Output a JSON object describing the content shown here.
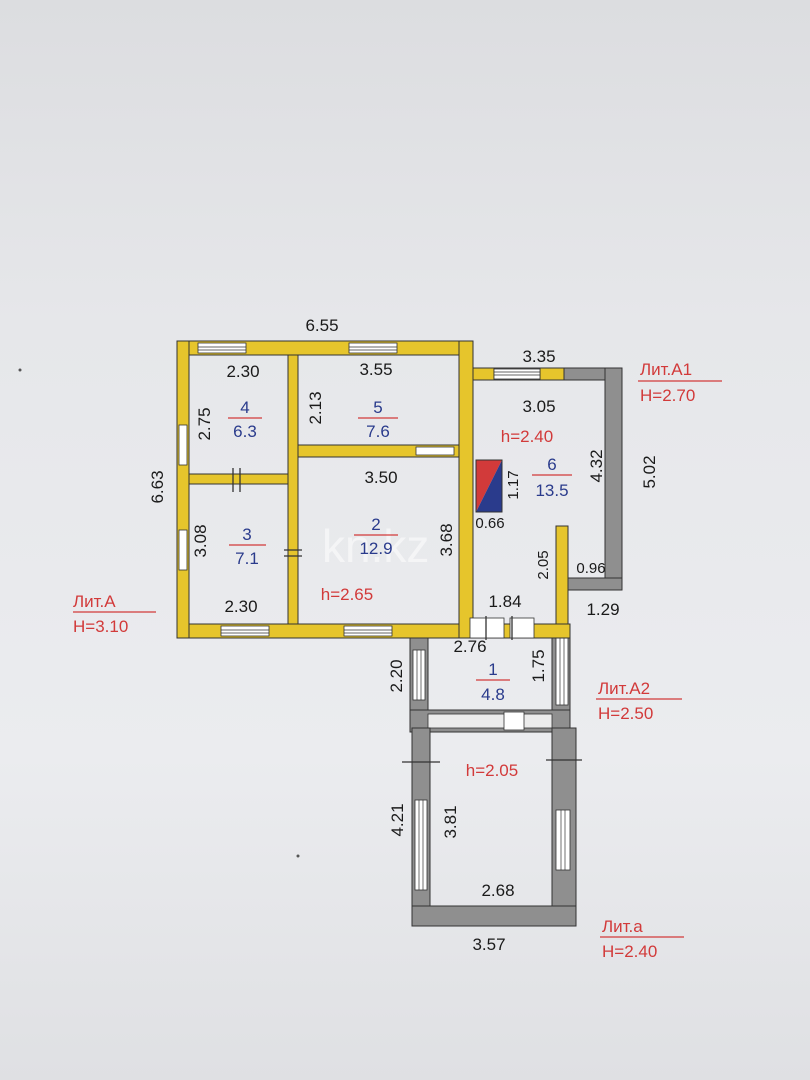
{
  "dimensions": {
    "top_overall": "6.55",
    "left_overall": "6.63",
    "room4_w": "2.30",
    "room4_h": "2.75",
    "room5_w": "3.55",
    "room5_h": "2.13",
    "room2_w": "3.50",
    "room2_h": "3.68",
    "room3_h": "3.08",
    "room3_w": "2.30",
    "a1_top": "3.35",
    "a1_inner_w": "3.05",
    "a1_h": "4.32",
    "a1_outer": "5.02",
    "a1_step_h": "2.05",
    "a1_bottom_w": "1.84",
    "a1_niche": "0.96",
    "a1_step_w": "1.29",
    "stair_diag": "1.17",
    "stair_w": "0.66",
    "a2_w": "2.76",
    "a2_left": "2.20",
    "a2_right": "1.75",
    "a_left_outer": "4.21",
    "a_left_inner": "3.81",
    "a_inner_w": "2.68",
    "a_bottom": "3.57"
  },
  "rooms": [
    {
      "num": "4",
      "area": "6.3"
    },
    {
      "num": "5",
      "area": "7.6"
    },
    {
      "num": "3",
      "area": "7.1"
    },
    {
      "num": "2",
      "area": "12.9"
    },
    {
      "num": "6",
      "area": "13.5"
    },
    {
      "num": "1",
      "area": "4.8"
    }
  ],
  "heights": {
    "main": "h=2.65",
    "a1": "h=2.40",
    "porch": "h=2.05"
  },
  "liters": [
    {
      "name": "Лит.А",
      "h": "H=3.10"
    },
    {
      "name": "Лит.А1",
      "h": "H=2.70"
    },
    {
      "name": "Лит.А2",
      "h": "H=2.50"
    },
    {
      "name": "Лит.a",
      "h": "H=2.40"
    }
  ],
  "watermark": "kn.kz",
  "colors": {
    "wall_main": "#e6c52c",
    "wall_light": "#8f8f8f",
    "window": "#555555",
    "area_text": "#2a3b8c",
    "label_red": "#d23a3a"
  }
}
